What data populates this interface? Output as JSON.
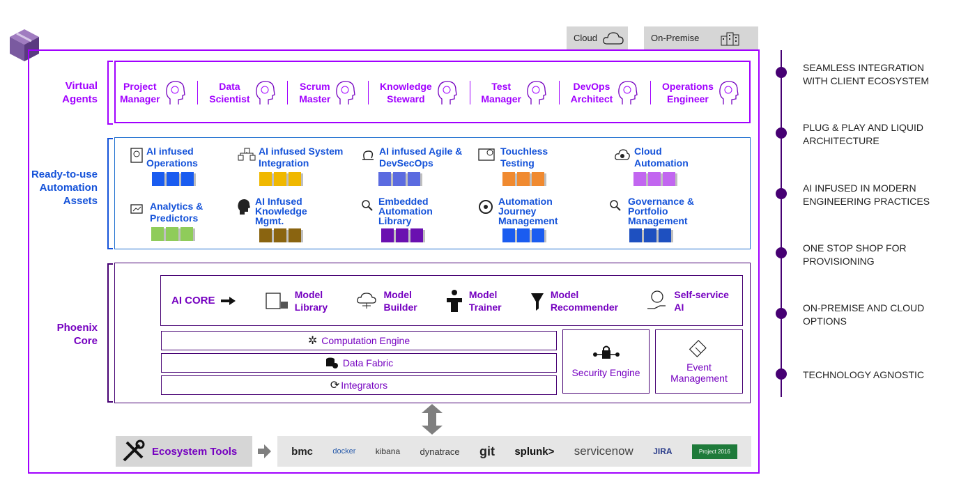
{
  "env": {
    "cloud": "Cloud",
    "onprem": "On-Premise"
  },
  "sections": {
    "virtual_agents": "Virtual Agents",
    "ready": "Ready-to-use Automation Assets",
    "phoenix": "Phoenix Core"
  },
  "agents": [
    {
      "line1": "Project",
      "line2": "Manager"
    },
    {
      "line1": "Data",
      "line2": "Scientist"
    },
    {
      "line1": "Scrum",
      "line2": "Master"
    },
    {
      "line1": "Knowledge",
      "line2": "Steward"
    },
    {
      "line1": "Test",
      "line2": "Manager"
    },
    {
      "line1": "DevOps",
      "line2": "Architect"
    },
    {
      "line1": "Operations",
      "line2": "Engineer"
    }
  ],
  "assets": [
    {
      "title": "AI infused Operations",
      "color": "#1a5cf0"
    },
    {
      "title": "AI infused System Integration",
      "color": "#f0b800"
    },
    {
      "title": "AI infused Agile & DevSecOps",
      "color": "#5b6be0"
    },
    {
      "title": "Touchless Testing",
      "color": "#f08a30"
    },
    {
      "title": "Cloud Automation",
      "color": "#c266f0"
    },
    {
      "title": "Analytics & Predictors",
      "color": "#8fcc5a"
    },
    {
      "title": "AI Infused Knowledge Mgmt.",
      "color": "#8a6410"
    },
    {
      "title": "Embedded Automation Library",
      "color": "#6a10b0"
    },
    {
      "title": "Automation Journey Management",
      "color": "#1a5cf0"
    },
    {
      "title": "Governance & Portfolio Management",
      "color": "#1e50c0"
    }
  ],
  "core": {
    "label": "AI CORE",
    "items": [
      {
        "line1": "Model",
        "line2": "Library"
      },
      {
        "line1": "Model",
        "line2": "Builder"
      },
      {
        "line1": "Model",
        "line2": "Trainer"
      },
      {
        "line1": "Model",
        "line2": "Recommender"
      },
      {
        "line1": "Self-service",
        "line2": "AI"
      }
    ]
  },
  "engines": {
    "computation": "Computation Engine",
    "fabric": "Data Fabric",
    "integrators": "Integrators",
    "security": "Security Engine",
    "event": "Event Management"
  },
  "ecosystem": {
    "label": "Ecosystem Tools",
    "tools": [
      "bmc",
      "docker",
      "kibana",
      "dynatrace",
      "git",
      "splunk>",
      "servicenow",
      "JIRA",
      "Project 2016"
    ]
  },
  "features": [
    "SEAMLESS INTEGRATION WITH CLIENT ECOSYSTEM",
    "PLUG & PLAY  AND LIQUID ARCHITECTURE",
    "AI INFUSED IN MODERN ENGINEERING PRACTICES",
    "ONE STOP SHOP FOR PROVISIONING",
    "ON-PREMISE AND CLOUD OPTIONS",
    "TECHNOLOGY AGNOSTIC"
  ],
  "colors": {
    "accent": "#a100ff",
    "deep_purple": "#460073",
    "blue": "#1452d9"
  }
}
